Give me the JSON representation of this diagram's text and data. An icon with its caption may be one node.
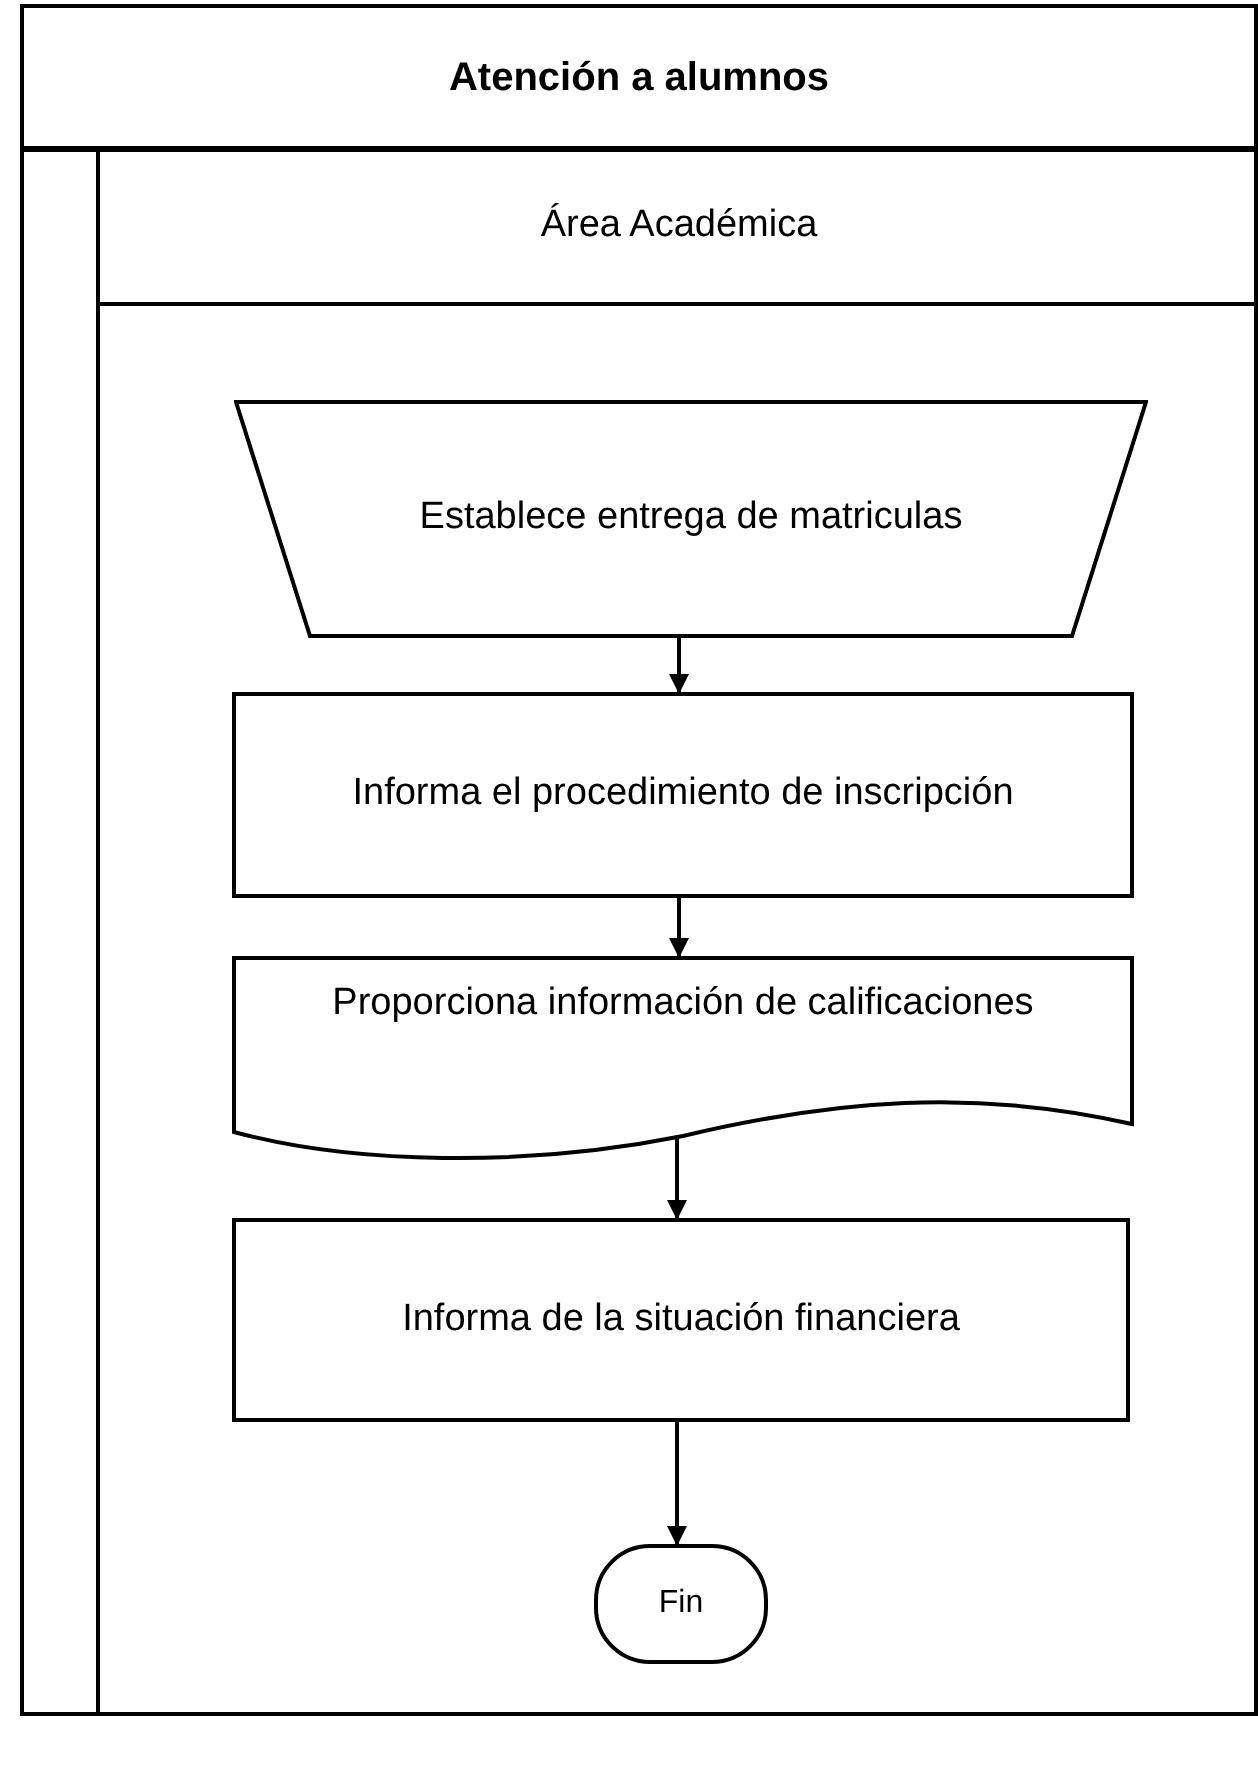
{
  "diagram": {
    "nodes": [
      {
        "text": [
          "Atención a alumnos"
        ]
      },
      {
        "text": [
          "Área Académica"
        ],
        "in": 0
      },
      {
        "text": [
          "Establece entrega de matriculas"
        ],
        "in": 1
      },
      {
        "text": [
          "Informa el procedimiento de inscripción"
        ],
        "in": 1
      },
      {
        "text": [
          "Proporciona información de calificaciones"
        ],
        "in": 1
      },
      {
        "text": [
          "Informa de la situación financiera"
        ],
        "in": 1
      },
      {
        "text": [
          "Fin"
        ],
        "in": 1
      }
    ],
    "edges": [
      {
        "from": 2,
        "to": 3,
        "arrow": "to"
      },
      {
        "from": 3,
        "to": 4,
        "arrow": "to"
      },
      {
        "from": 4,
        "to": 5,
        "arrow": "to"
      },
      {
        "from": 5,
        "to": 6,
        "arrow": "to"
      }
    ]
  }
}
